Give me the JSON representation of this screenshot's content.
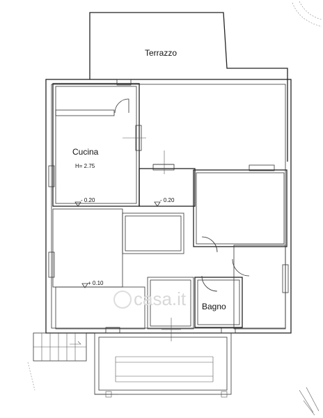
{
  "rooms": {
    "terrace": {
      "name": "Terrazzo"
    },
    "kitchen": {
      "name": "Cucina",
      "height": "H= 2.75"
    },
    "bathroom": {
      "name": "Bagno"
    }
  },
  "levels": {
    "kitchen_floor": "- 0.20",
    "corridor_floor": "- 0.20",
    "living_floor": "+ 0.10"
  },
  "watermark": "casa.it"
}
